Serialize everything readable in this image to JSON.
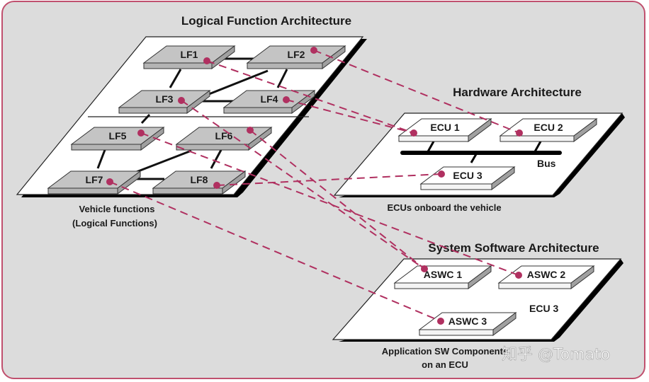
{
  "colors": {
    "background": "#dcdcdc",
    "frame_border": "#c0506e",
    "plane_fill": "#ffffff",
    "lf_block_fill": "#c2c2c2",
    "mapping_line": "#b03060",
    "connector": "#111111"
  },
  "logical": {
    "title": "Logical Function Architecture",
    "caption_line1": "Vehicle functions",
    "caption_line2": "(Logical Functions)",
    "blocks": [
      "LF1",
      "LF2",
      "LF3",
      "LF4",
      "LF5",
      "LF6",
      "LF7",
      "LF8"
    ]
  },
  "hardware": {
    "title": "Hardware Architecture",
    "caption": "ECUs onboard the vehicle",
    "bus_label": "Bus",
    "blocks": [
      "ECU 1",
      "ECU 2",
      "ECU 3"
    ]
  },
  "software": {
    "title": "System Software Architecture",
    "ecu_label": "ECU 3",
    "caption_line1": "Application SW Components",
    "caption_line2": "on an ECU",
    "blocks": [
      "ASWC 1",
      "ASWC 2",
      "ASWC 3"
    ]
  },
  "mappings": [
    {
      "from": "LF1",
      "to": "ECU 1"
    },
    {
      "from": "LF2",
      "to": "ECU 2"
    },
    {
      "from": "LF4",
      "to": "ECU 1"
    },
    {
      "from": "LF3",
      "to": "ASWC 1"
    },
    {
      "from": "LF5",
      "to": "ASWC 2"
    },
    {
      "from": "LF6",
      "to": "ASWC 1"
    },
    {
      "from": "LF7",
      "to": "ASWC 3"
    },
    {
      "from": "LF8",
      "to": "ECU 3"
    }
  ],
  "watermark": "知乎 @Tomato"
}
